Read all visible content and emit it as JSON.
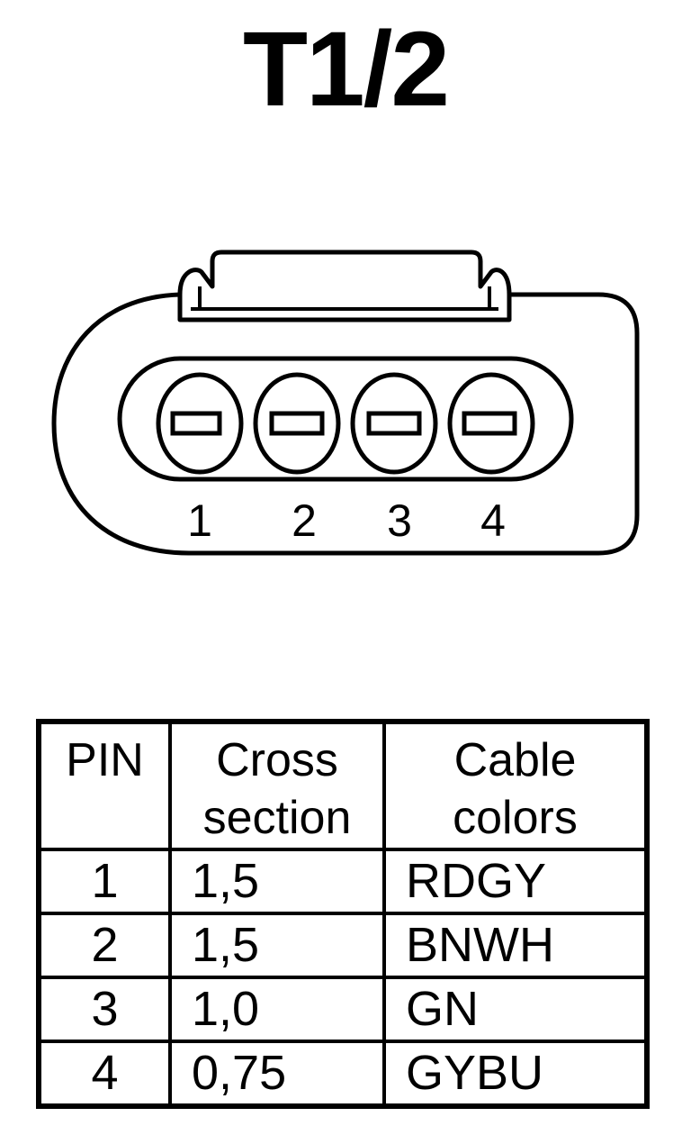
{
  "title": "T1/2",
  "connector": {
    "pin_labels": [
      "1",
      "2",
      "3",
      "4"
    ]
  },
  "table": {
    "headers": {
      "pin": "PIN",
      "cross_section": [
        "Cross",
        "section"
      ],
      "cable_colors": [
        "Cable",
        "colors"
      ]
    },
    "rows": [
      {
        "pin": "1",
        "cross_section": "1,5",
        "cable_color": "RDGY"
      },
      {
        "pin": "2",
        "cross_section": "1,5",
        "cable_color": "BNWH"
      },
      {
        "pin": "3",
        "cross_section": "1,0",
        "cable_color": "GN"
      },
      {
        "pin": "4",
        "cross_section": "0,75",
        "cable_color": "GYBU"
      }
    ]
  }
}
